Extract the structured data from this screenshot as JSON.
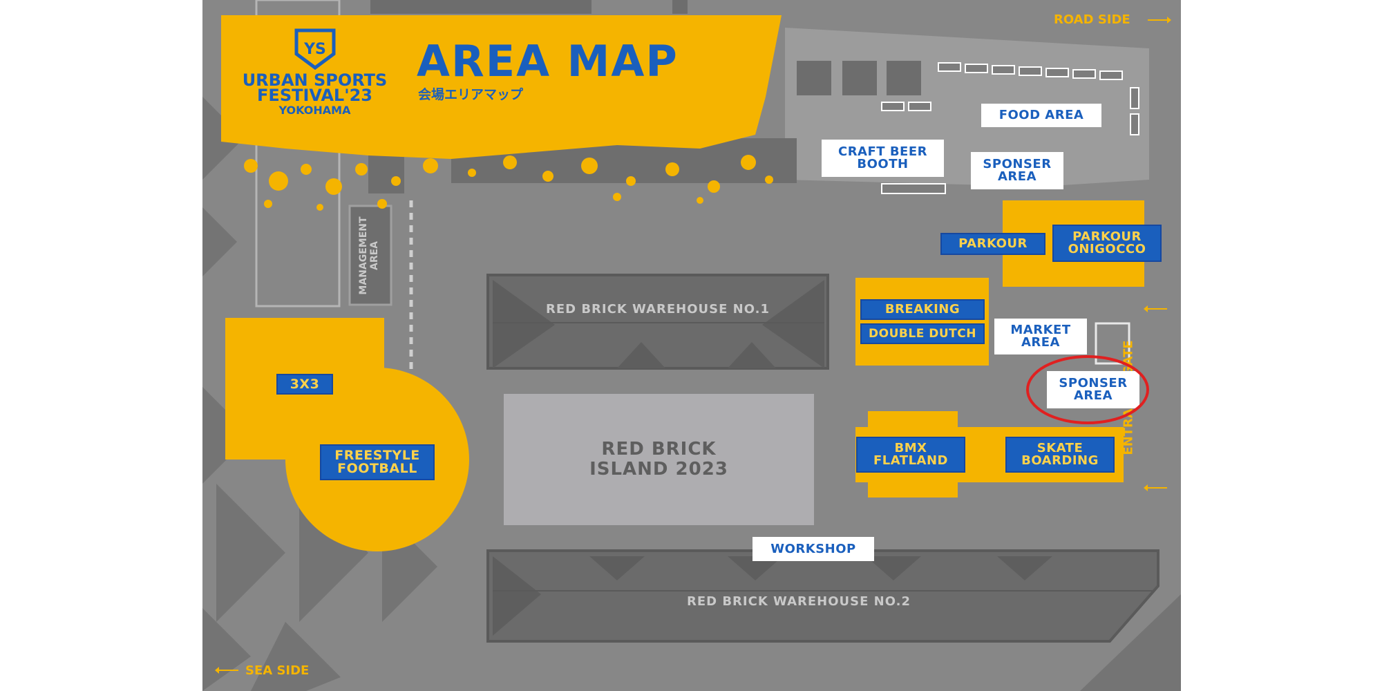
{
  "header": {
    "festival_line1": "URBAN SPORTS",
    "festival_line2": "FESTIVAL'23",
    "festival_line3": "YOKOHAMA",
    "title": "AREA MAP",
    "subtitle": "会場エリアマップ"
  },
  "directions": {
    "road_side": "ROAD SIDE",
    "sea_side": "SEA SIDE",
    "entrance_gate": "ENTRANCE GATE"
  },
  "areas": {
    "food_area": "FOOD AREA",
    "craft_beer_booth": "CRAFT BEER\nBOOTH",
    "sponser_area_top": "SPONSER\nAREA",
    "parkour": "PARKOUR",
    "parkour_onigocco": "PARKOUR\nONIGOCCO",
    "management_area": "MANAGEMENT\nAREA",
    "breaking": "BREAKING",
    "double_dutch": "DOUBLE DUTCH",
    "market_area": "MARKET\nAREA",
    "sponser_area_entrance": "SPONSER\nAREA",
    "three_by_three": "3X3",
    "freestyle_football": "FREESTYLE\nFOOTBALL",
    "red_brick_island": "RED BRICK\nISLAND 2023",
    "bmx_flatland": "BMX\nFLATLAND",
    "skate_boarding": "SKATE\nBOARDING",
    "workshop": "WORKSHOP",
    "warehouse_1": "RED BRICK WAREHOUSE NO.1",
    "warehouse_2": "RED BRICK WAREHOUSE NO.2"
  },
  "colors": {
    "map_background": "#878787",
    "accent_yellow": "#f5b400",
    "label_blue": "#1a5fbd",
    "highlight_red": "#e02020"
  },
  "icons": {
    "logo": "festival-shield-logo",
    "arrow": "arrow-icon"
  }
}
